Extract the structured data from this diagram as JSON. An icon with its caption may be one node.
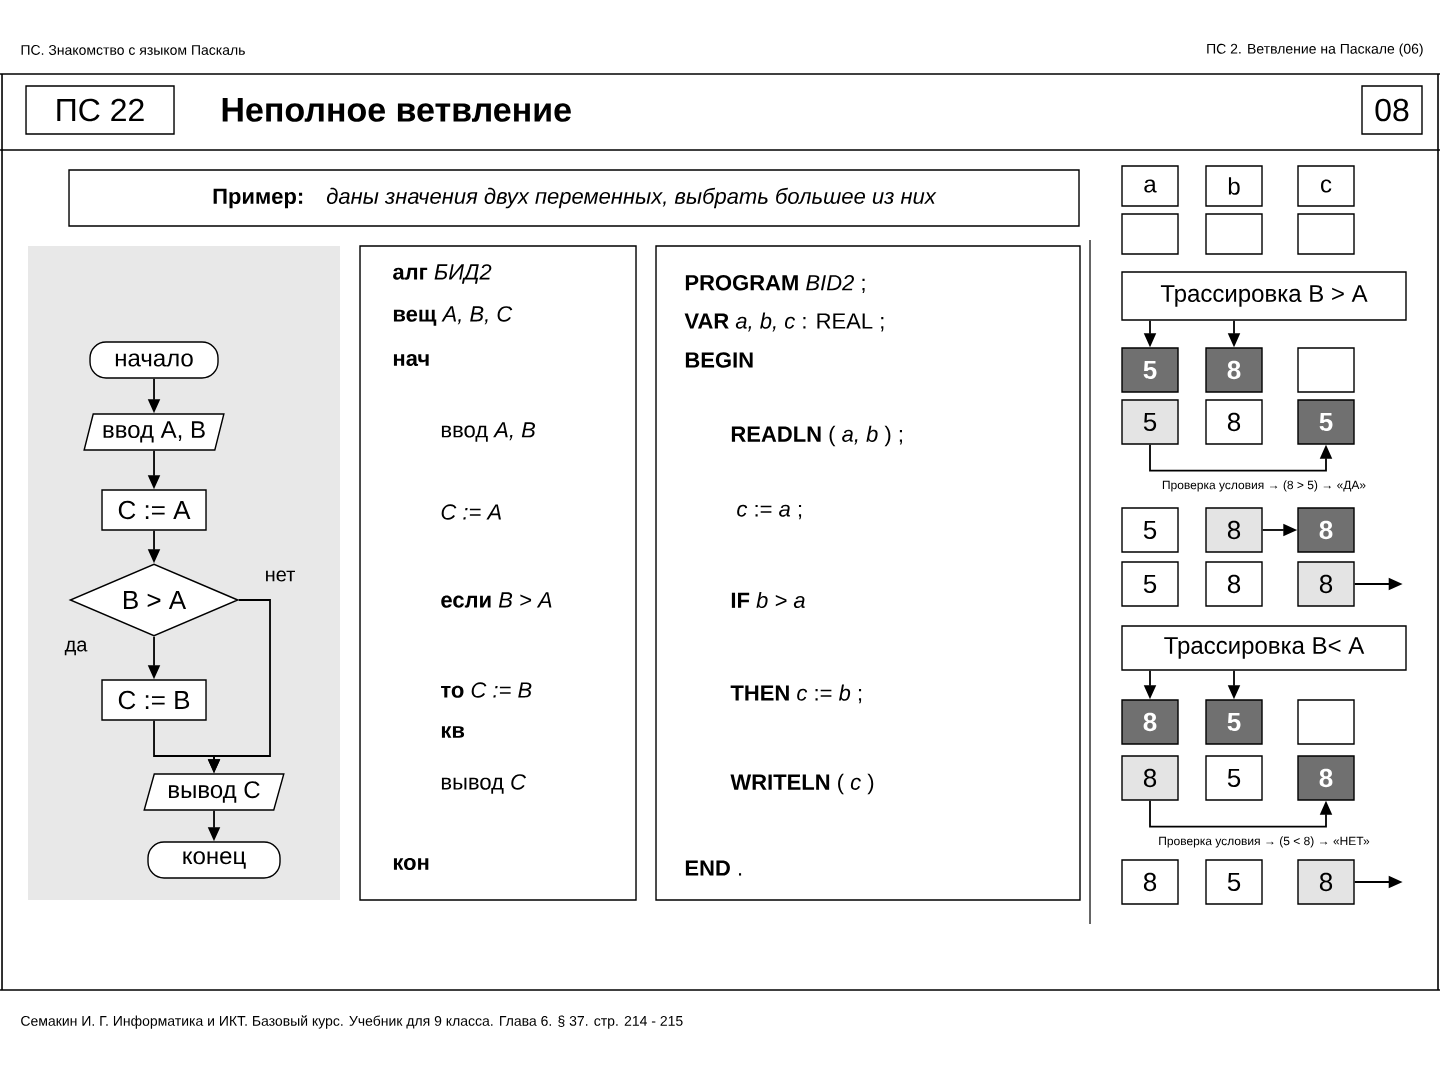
{
  "diagram": {
    "title": "Неполное ветвление",
    "nodes": [
      {
        "text": [
          "ПС 22"
        ]
      },
      {
        "text": [
          "08"
        ]
      },
      {
        "text": [
          "Пример:",
          "даны значения двух переменных, выбрать большее из них"
        ]
      },
      {
        "text": [
          "начало"
        ]
      },
      {
        "text": [
          "ввод A, B"
        ]
      },
      {
        "text": [
          "C := A"
        ]
      },
      {
        "text": [
          "B > A"
        ]
      },
      {
        "text": [
          "C := B"
        ]
      },
      {
        "text": [
          "вывод C"
        ]
      },
      {
        "text": [
          "конец"
        ]
      },
      {
        "text": [
          "**алг** *БИД2*",
          "**вещ** *A, B, C*",
          "**нач**",
          "ввод *A, B*",
          "*C := A*",
          "**если** *B > A*",
          "**то** *C := B*",
          "**кв**",
          "вывод *C*",
          "**кон**"
        ]
      },
      {
        "text": [
          "**PROGRAM** *BID2* ;",
          "**VAR** *a, b, c* : REAL ;",
          "**BEGIN**",
          "**READLN** ( *a, b* ) ;",
          "*c* := *a* ;",
          "**IF** *b > a*",
          "**THEN** *c* := *b* ;",
          "**WRITELN** ( *c* )",
          "**END** ."
        ]
      },
      {
        "text": [
          "a"
        ]
      },
      {
        "text": [
          "b"
        ]
      },
      {
        "text": [
          "c"
        ]
      },
      {
        "text": [],
        "shape": "box"
      },
      {
        "text": [],
        "shape": "box"
      },
      {
        "text": [],
        "shape": "box"
      },
      {
        "text": [
          "Трассировка B > A"
        ]
      },
      {
        "text": [
          "5"
        ]
      },
      {
        "text": [
          "8"
        ]
      },
      {
        "text": [],
        "shape": "box"
      },
      {
        "text": [
          "5"
        ]
      },
      {
        "text": [
          "8"
        ]
      },
      {
        "text": [
          "5"
        ]
      },
      {
        "text": [
          "5"
        ]
      },
      {
        "text": [
          "8"
        ]
      },
      {
        "text": [
          "8"
        ]
      },
      {
        "text": [
          "5"
        ]
      },
      {
        "text": [
          "8"
        ]
      },
      {
        "text": [
          "8"
        ]
      },
      {
        "text": [
          "Трассировка B< A"
        ]
      },
      {
        "text": [
          "8"
        ]
      },
      {
        "text": [
          "5"
        ]
      },
      {
        "text": [],
        "shape": "box"
      },
      {
        "text": [
          "8"
        ]
      },
      {
        "text": [
          "5"
        ]
      },
      {
        "text": [
          "8"
        ]
      },
      {
        "text": [
          "8"
        ]
      },
      {
        "text": [
          "5"
        ]
      },
      {
        "text": [
          "8"
        ]
      }
    ],
    "edges": [
      {
        "from": 3,
        "to": 4,
        "arrow": "to"
      },
      {
        "from": 4,
        "to": 5,
        "arrow": "to"
      },
      {
        "from": 5,
        "to": 6,
        "arrow": "to"
      },
      {
        "from": 6,
        "to": 7,
        "arrow": "to",
        "label": "да"
      },
      {
        "from": 6,
        "to": 8,
        "arrow": "to",
        "label": "нет"
      },
      {
        "from": 7,
        "to": 8,
        "arrow": "to"
      },
      {
        "from": 8,
        "to": 9,
        "arrow": "to"
      },
      {
        "from": 18,
        "to": 19,
        "arrow": "to"
      },
      {
        "from": 18,
        "to": 20,
        "arrow": "to"
      },
      {
        "from": 22,
        "to": 24,
        "arrow": "to"
      },
      {
        "from": 26,
        "to": 27,
        "arrow": "to"
      },
      {
        "from": 30,
        "to": null,
        "arrow": "to"
      },
      {
        "from": 31,
        "to": 32,
        "arrow": "to"
      },
      {
        "from": 31,
        "to": 33,
        "arrow": "to"
      },
      {
        "from": 35,
        "to": 37,
        "arrow": "to"
      },
      {
        "from": 40,
        "to": null,
        "arrow": "to"
      }
    ],
    "labels": [
      "ПС. Знакомство с языком Паскаль",
      "ПС 2. Ветвление на Паскале (06)",
      "Проверка условия → (8 > 5) → «ДА»",
      "Проверка условия → (5 < 8) → «НЕТ»",
      "Семакин И. Г. Информатика и ИКТ. Базовый курс. Учебник для 9 класса. Глава 6. § 37. стр. 214 - 215"
    ]
  }
}
